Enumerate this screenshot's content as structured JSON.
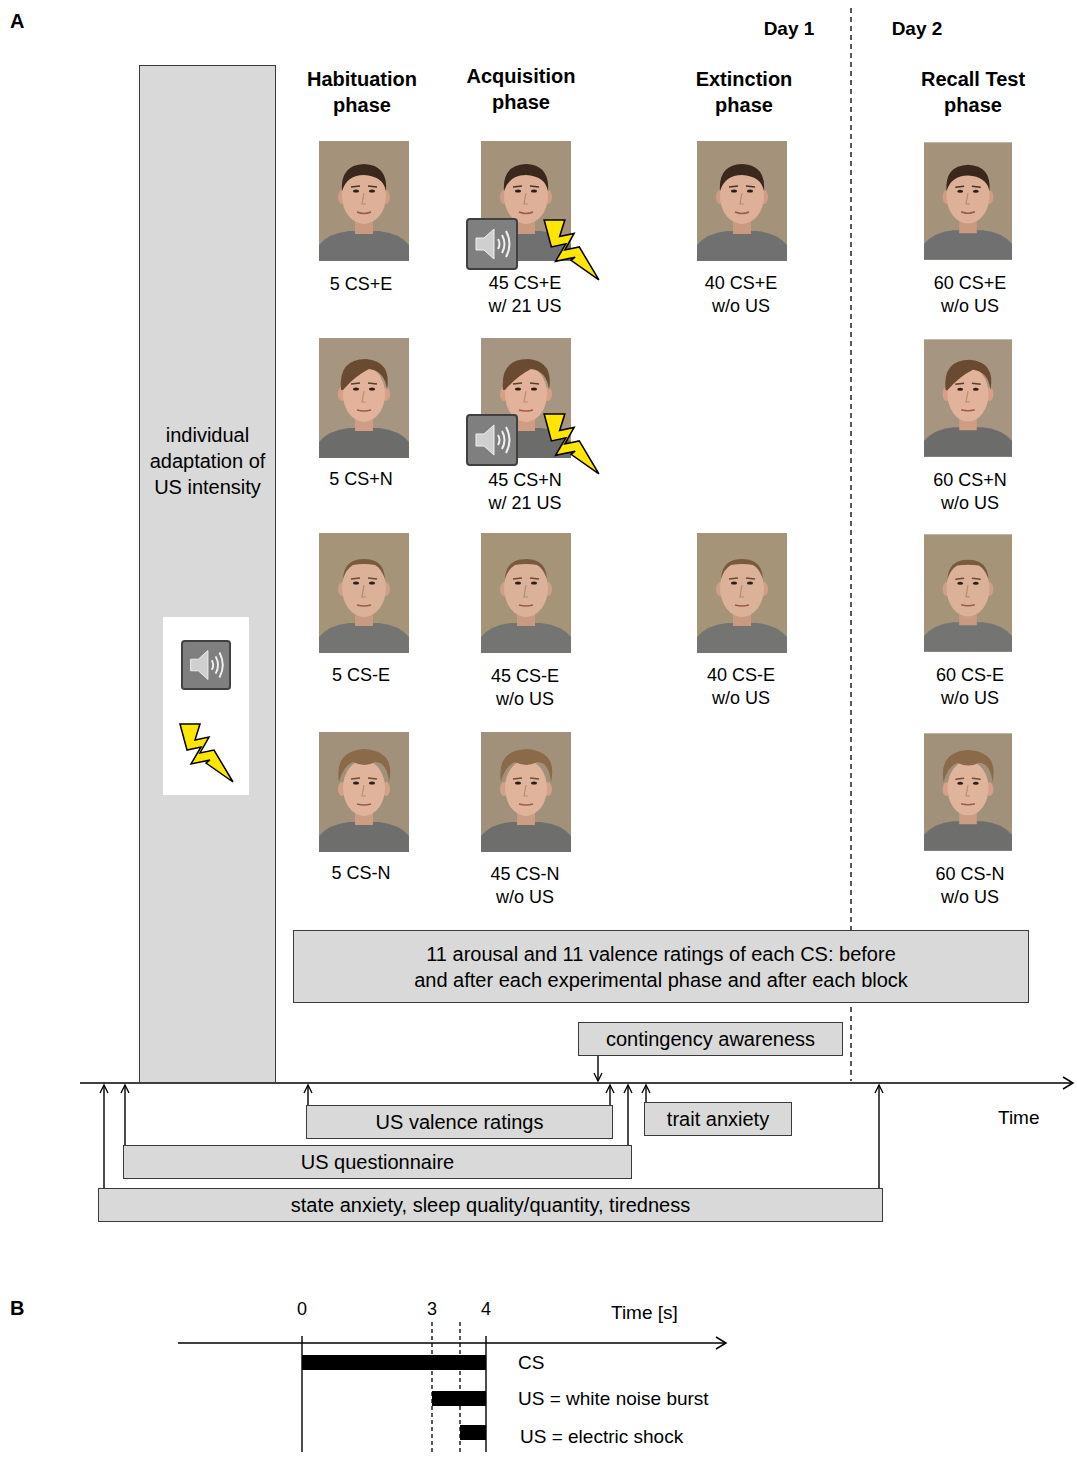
{
  "diagram": {
    "nodes": [
      {
        "text": [
          "individual adaptation of US intensity"
        ]
      },
      {
        "text": [
          "11 arousal and 11 valence ratings of each CS: before and after each experimental phase and after each block"
        ]
      },
      {
        "text": [
          "contingency awareness"
        ]
      },
      {
        "text": [
          "US valence ratings"
        ]
      },
      {
        "text": [
          "trait anxiety"
        ]
      },
      {
        "text": [
          "US questionnaire"
        ]
      },
      {
        "text": [
          "state anxiety, sleep quality/quantity, tiredness"
        ]
      }
    ],
    "labels": [
      "A",
      "Day 1",
      "Day 2",
      "Habituation phase",
      "Acquisition phase",
      "Extinction phase",
      "Recall Test phase",
      "5 CS+E",
      "45 CS+E w/ 21 US",
      "40 CS+E w/o US",
      "60 CS+E w/o US",
      "5 CS+N",
      "45 CS+N w/ 21 US",
      "60 CS+N w/o US",
      "5 CS-E",
      "45 CS-E w/o US",
      "40 CS-E w/o US",
      "60 CS-E w/o US",
      "5 CS-N",
      "45 CS-N w/o US",
      "60 CS-N w/o US",
      "Time",
      "B",
      "Time [s]",
      "0",
      "3",
      "4",
      "CS",
      "US = white noise burst",
      "US = electric shock"
    ]
  }
}
